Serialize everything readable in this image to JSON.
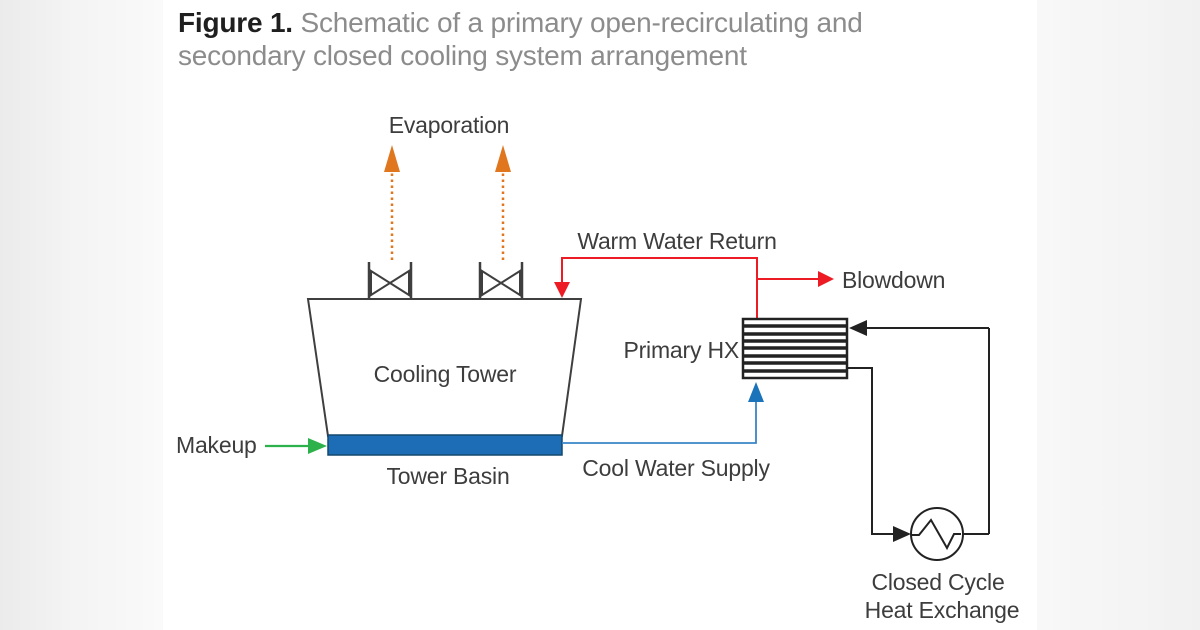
{
  "title": {
    "figure_label": "Figure 1.",
    "caption": " Schematic of a primary open-recirculating and secondary closed cooling system arrangement"
  },
  "diagram": {
    "labels": {
      "evaporation": "Evaporation",
      "warm_water_return": "Warm Water Return",
      "blowdown": "Blowdown",
      "primary_hx": "Primary HX",
      "cooling_tower": "Cooling Tower",
      "makeup": "Makeup",
      "tower_basin": "Tower Basin",
      "cool_water_supply": "Cool Water Supply",
      "closed_cycle_hx_line1": "Closed Cycle",
      "closed_cycle_hx_line2": "Heat Exchange"
    },
    "colors": {
      "evap_orange": "#E0771F",
      "warm_red": "#ED1C24",
      "makeup_green": "#2DB24B",
      "cool_blue": "#3A85C6",
      "cool_blue_dark": "#1B74BA",
      "basin_fill": "#1C6DB6",
      "basin_border": "#14486F",
      "equip_gray": "#3F3F3F",
      "loop_black": "#222222"
    }
  }
}
